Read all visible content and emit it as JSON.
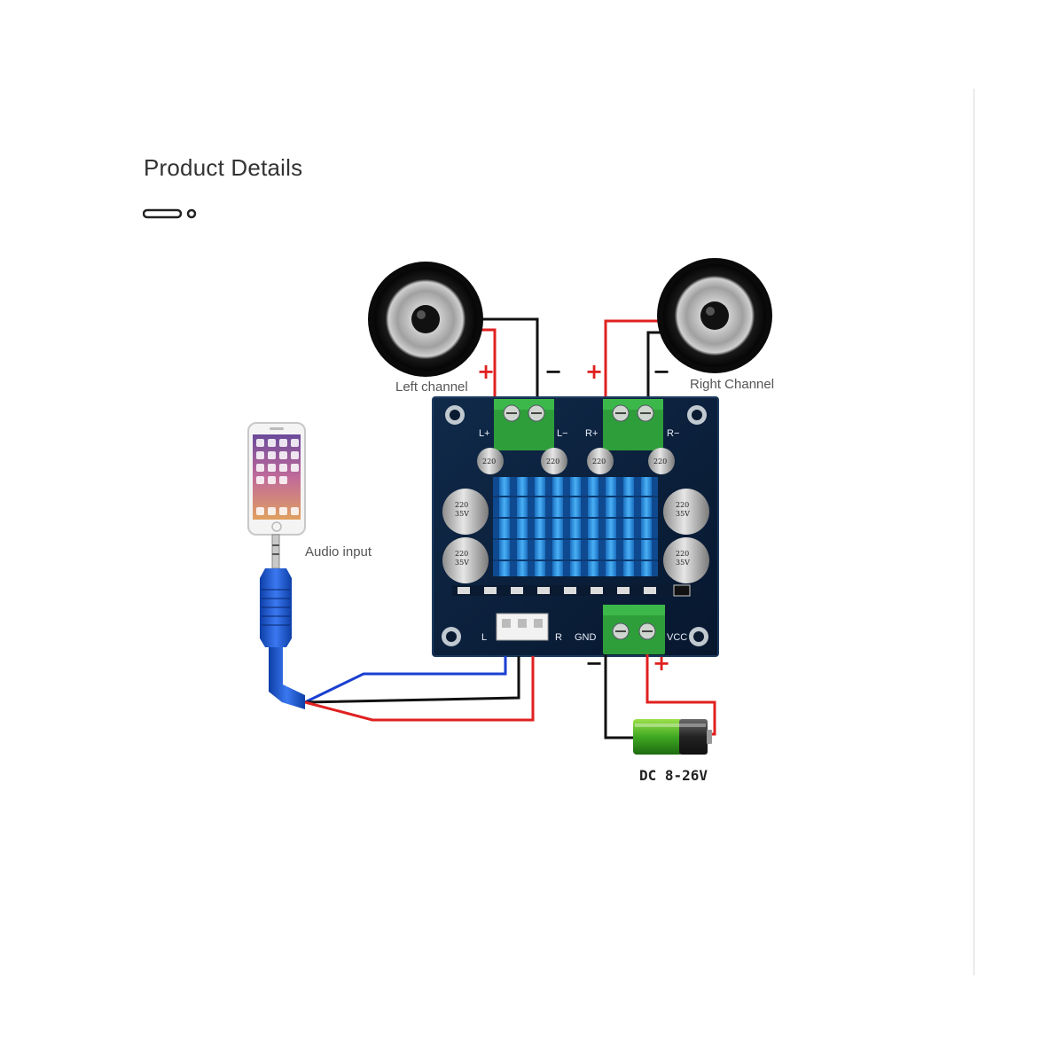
{
  "page": {
    "heading": "Product Details"
  },
  "diagram": {
    "left_speaker_label": "Left channel",
    "right_speaker_label": "Right Channel",
    "audio_input_label": "Audio input",
    "power_label": "DC 8-26V",
    "plus_sign": "+",
    "minus_sign": "−",
    "board_silk": {
      "l_plus": "L+",
      "l_minus": "L−",
      "r_plus": "R+",
      "r_minus": "R−",
      "input_l": "L",
      "input_r": "R",
      "gnd": "GND",
      "vcc": "VCC"
    },
    "small_cap_text": "220",
    "big_cap_value": "220",
    "big_cap_voltage": "35V",
    "wire_colors": {
      "red": "#e02020",
      "black": "#111111",
      "blue": "#1a3fd0"
    },
    "board_color": "#0b1f3a",
    "terminal_color": "#2e9e3a",
    "heatsink_color": "#2a8fe0"
  },
  "icons": {
    "speaker": "speaker-icon",
    "phone": "smartphone-icon",
    "plug": "audio-jack-icon",
    "battery": "battery-icon"
  }
}
